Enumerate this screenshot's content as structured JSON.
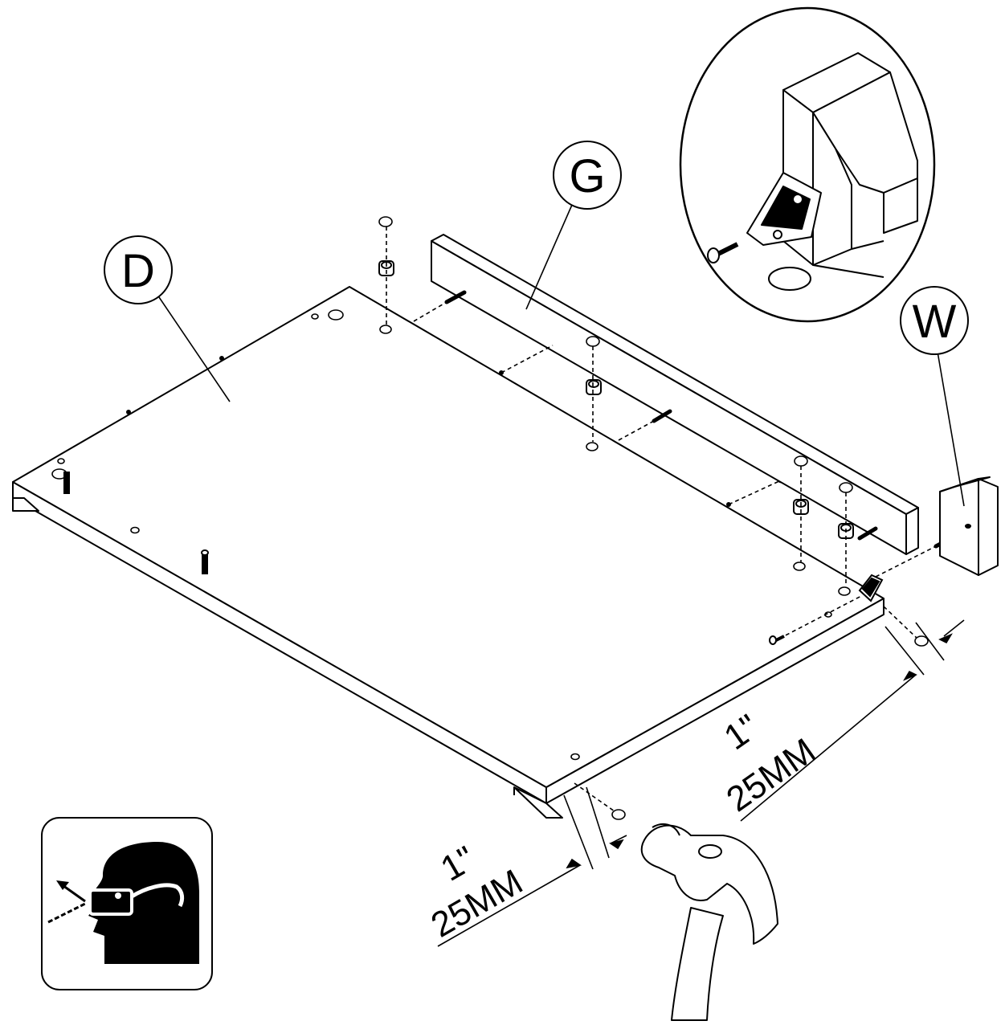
{
  "callouts": {
    "d": "D",
    "g": "G",
    "w": "W"
  },
  "dimensions": {
    "front_inch": "1\"",
    "front_mm": "25MM",
    "side_inch": "1\"",
    "side_mm": "25MM"
  },
  "icons": {
    "safety": "safety-glasses-icon",
    "hammer": "hammer-icon",
    "detail": "corner-bracket-detail"
  }
}
